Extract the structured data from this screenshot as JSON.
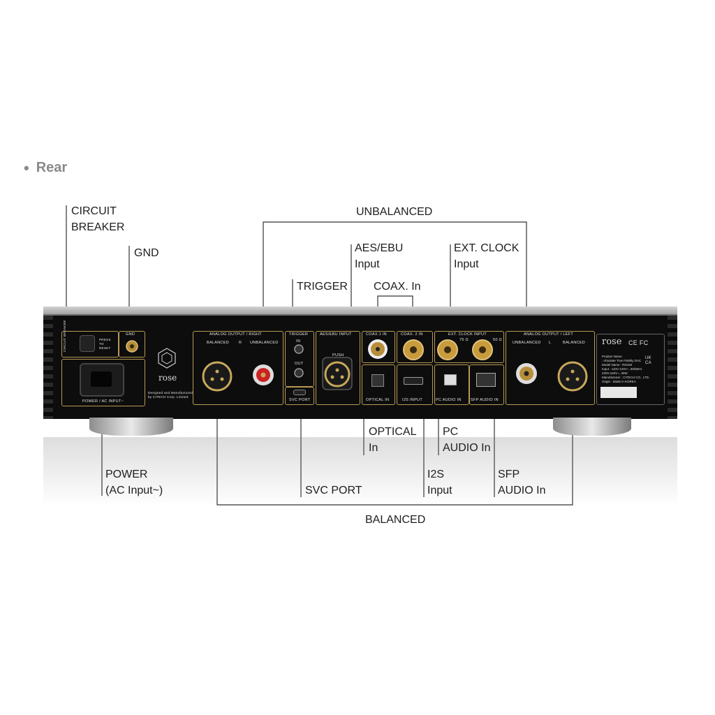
{
  "section": {
    "bullet": "•",
    "title": "Rear"
  },
  "callouts": {
    "circuit_breaker": "CIRCUIT\nBREAKER",
    "gnd": "GND",
    "unbalanced": "UNBALANCED",
    "aes_ebu": "AES/EBU\nInput",
    "ext_clock": "EXT. CLOCK\nInput",
    "trigger": "TRIGGER",
    "coax": "COAX. In",
    "optical": "OPTICAL\nIn",
    "pc_audio": "PC\nAUDIO In",
    "power": "POWER\n(AC Input~)",
    "svc_port": "SVC PORT",
    "i2s": "I2S\nInput",
    "sfp": "SFP\nAUDIO In",
    "balanced": "BALANCED"
  },
  "panel": {
    "circuit_breaker": "CIRCUIT BREAKER",
    "press_to_reset": "PRESS\nTO\nRESET",
    "gnd": "GND",
    "power": "POWER / AC INPUT~",
    "analog_right": "ANALOG OUTPUT / RIGHT",
    "analog_left": "ANALOG OUTPUT / LEFT",
    "balanced": "BALANCED",
    "unbalanced": "UNBALANCED",
    "r": "R",
    "l": "L",
    "trigger": "TRIGGER",
    "in": "IN",
    "out": "OUT",
    "svc_port": "SVC PORT",
    "aes_ebu_input": "AES/EBU INPUT",
    "push": "PUSH",
    "coax1": "COAX.1 IN",
    "coax2": "COAX. 2 IN",
    "ext_clock_input": "EXT. CLOCK INPUT",
    "ohm75": "75 Ω",
    "ohm50": "50 Ω",
    "optical_in": "OPTICAL IN",
    "i2s_input": "I2S INPUT",
    "pc_audio_in": "PC AUDIO IN",
    "sfp_audio_in": "SFP AUDIO IN",
    "brand": "rose",
    "designed_by": "Designed and Manufactured\nby CITECH Corp. Limited",
    "cert": "CE FC",
    "ukca": "UK\nCA",
    "product_info": "Product Name\n: Absolute True Fidelity DAC\nModel Name : RD160\nInput : 110V-120V~, 50/60Hz\n220V-240V~, 30W\nManufacturer : CITECH CO., LTD.\nOrigin : Made in KOREA"
  },
  "colors": {
    "gold": "#c9a85b",
    "chassis": "#0d0d0d",
    "heading": "#8a8a8a"
  }
}
